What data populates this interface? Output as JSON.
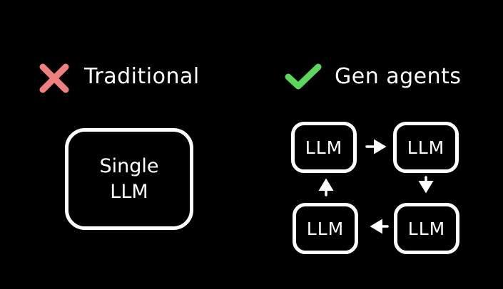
{
  "traditional": {
    "icon": "cross-icon",
    "icon_color": "#f08080",
    "heading": "Traditional",
    "box_line1": "Single",
    "box_line2": "LLM"
  },
  "gen_agents": {
    "icon": "check-icon",
    "icon_color": "#5cd65c",
    "heading": "Gen agents",
    "nodes": [
      "LLM",
      "LLM",
      "LLM",
      "LLM"
    ],
    "flow": [
      "top-left → top-right",
      "top-right → bottom-right",
      "bottom-right → bottom-left",
      "bottom-left → top-left"
    ]
  },
  "colors": {
    "background": "#000000",
    "foreground": "#ffffff"
  }
}
